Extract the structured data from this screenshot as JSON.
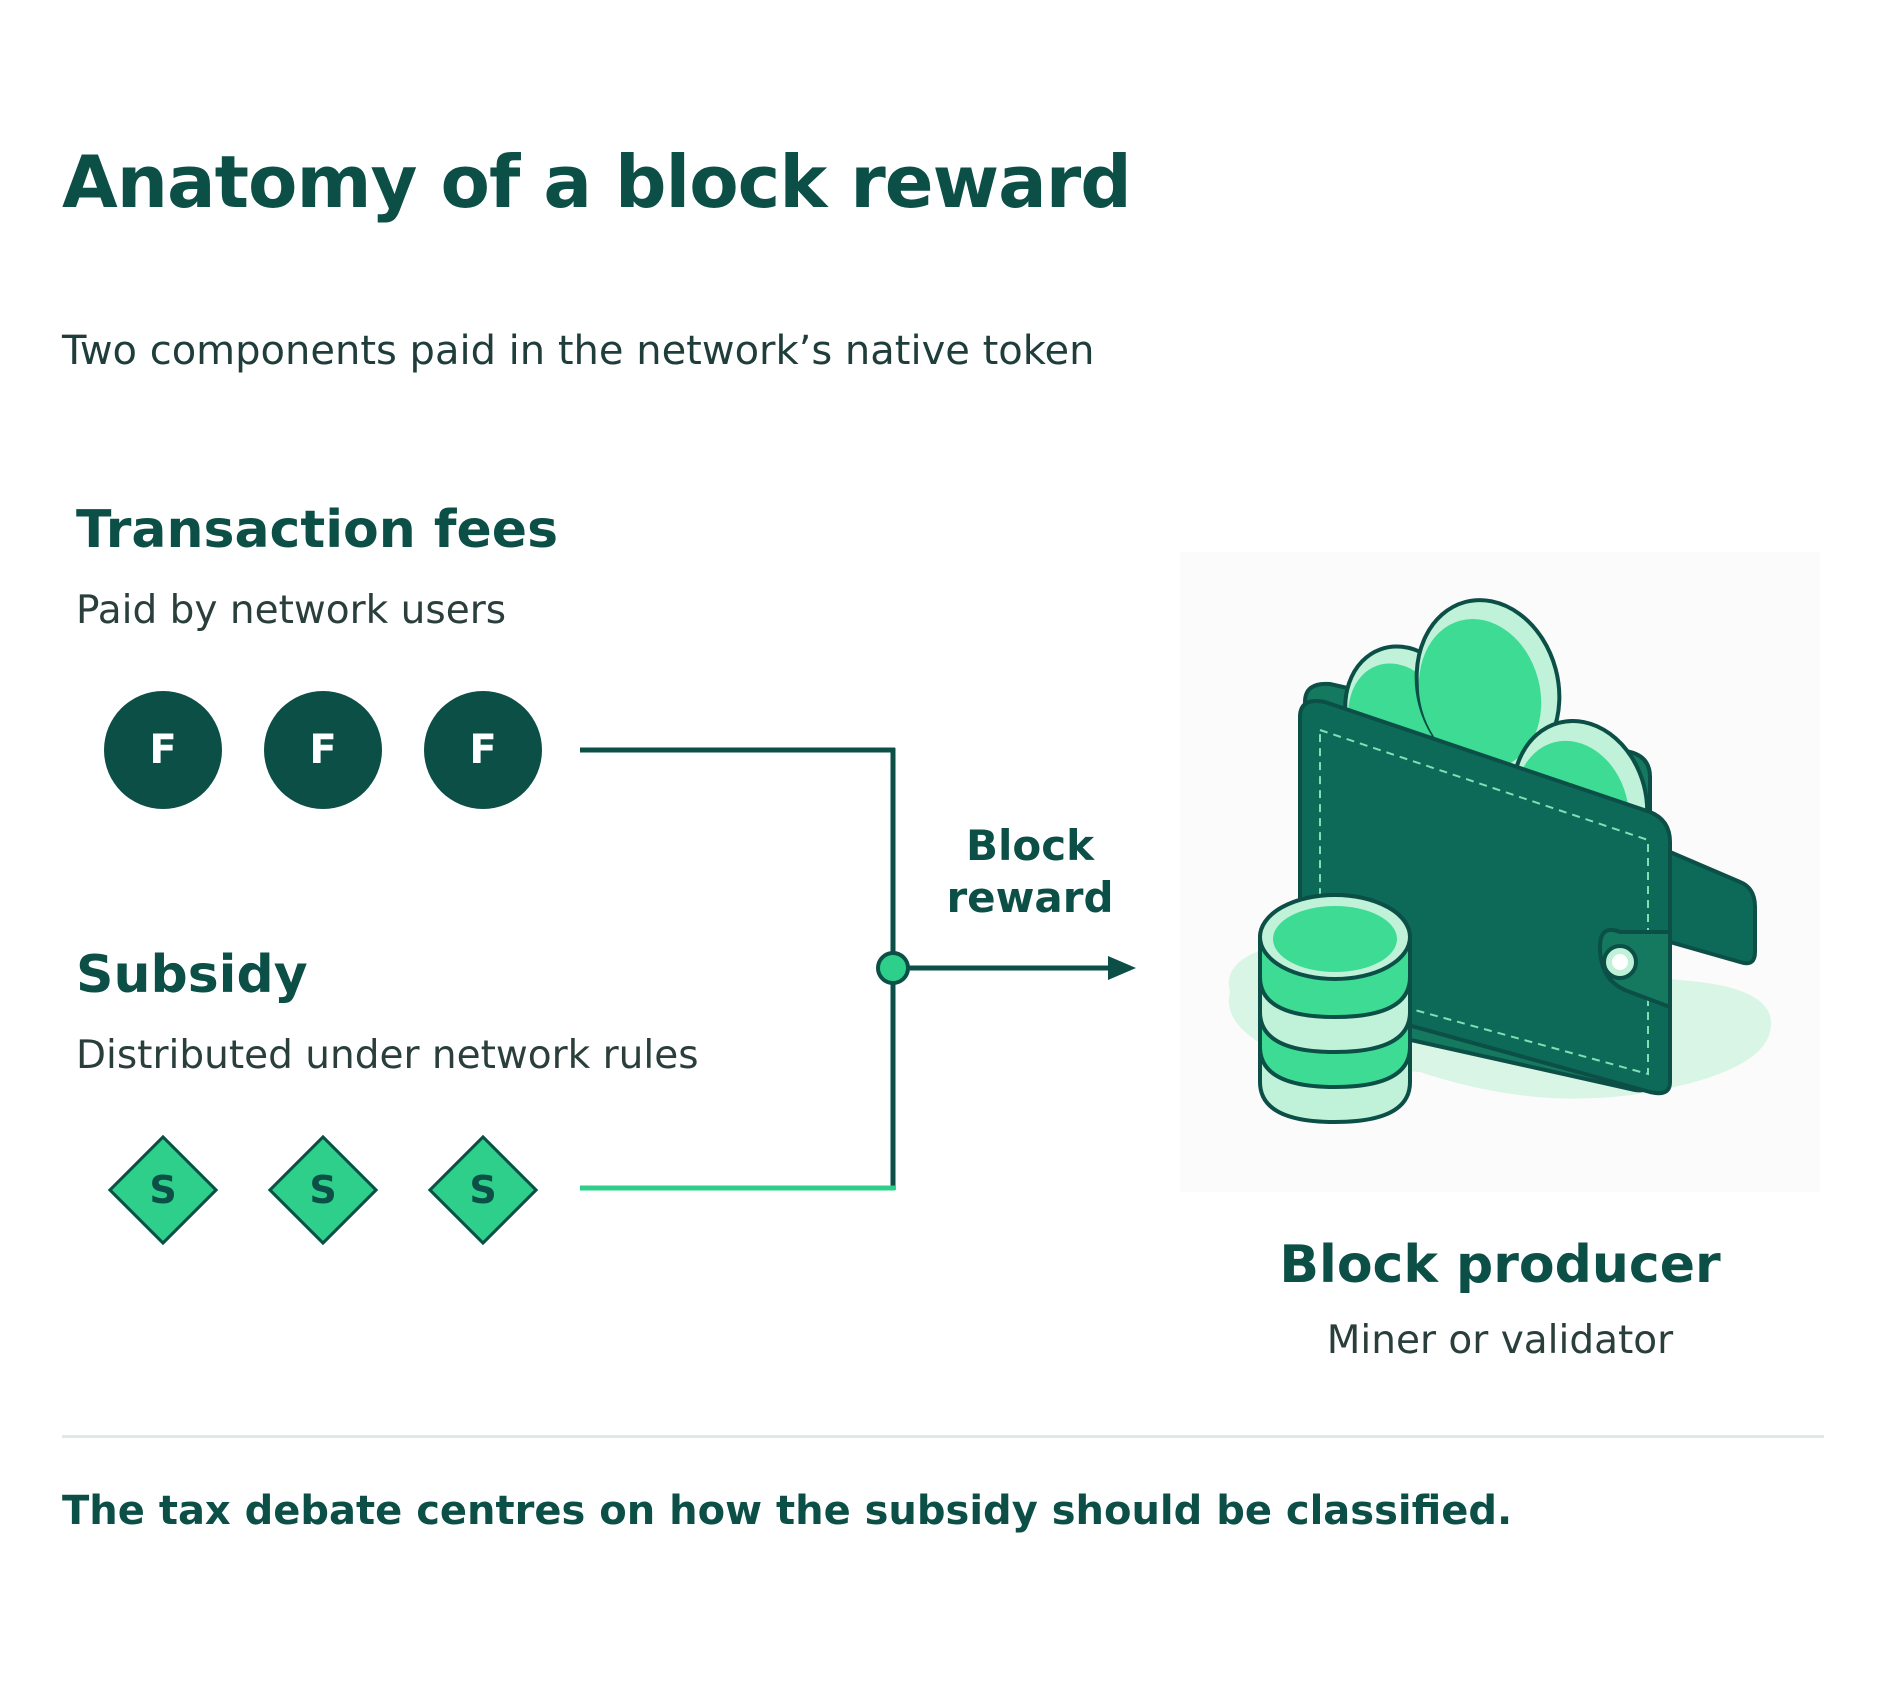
{
  "header": {
    "title": "Anatomy of a block reward",
    "subtitle": "Two components paid in the network’s native token"
  },
  "fees": {
    "title": "Transaction fees",
    "description": "Paid by network users",
    "coin_labels": [
      "F",
      "F",
      "F"
    ]
  },
  "subsidy": {
    "title": "Subsidy",
    "description": "Distributed under network rules",
    "diamond_labels": [
      "S",
      "S",
      "S"
    ]
  },
  "flow": {
    "label_line1": "Block",
    "label_line2": "reward"
  },
  "producer": {
    "title": "Block producer",
    "description": "Miner or validator"
  },
  "footer": {
    "note": "The tax debate centres on how the subsidy should be classified."
  },
  "colors": {
    "dark_green": "#0b4f47",
    "bright_green": "#2ecf8a",
    "mint": "#bff2d8"
  }
}
